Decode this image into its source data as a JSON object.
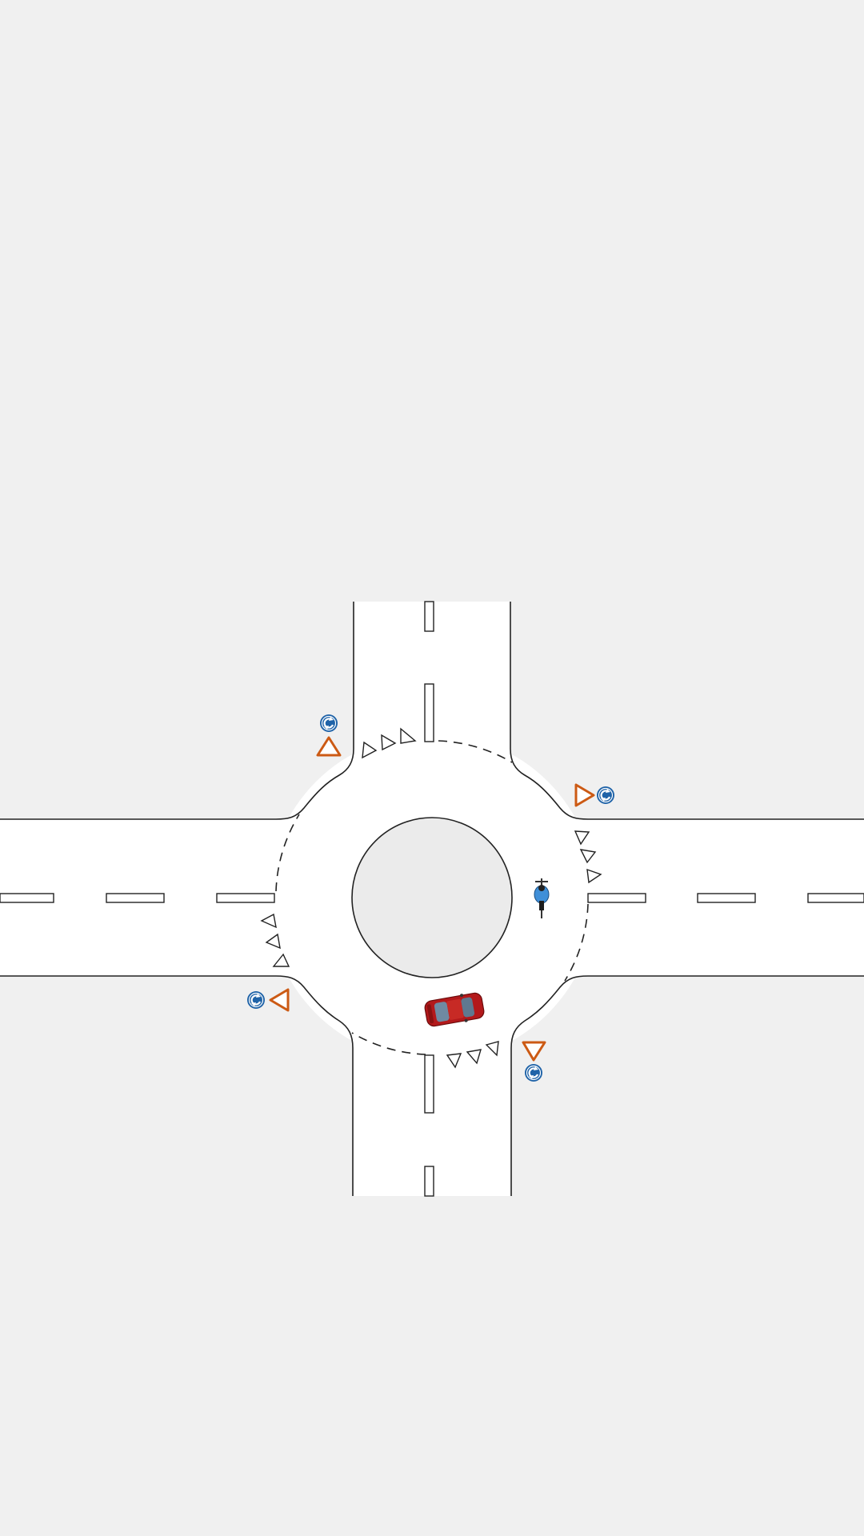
{
  "scene": {
    "type": "roundabout-intersection",
    "background_color": "#f0f0f0",
    "road_color": "#ffffff",
    "island_color": "#ebebeb",
    "line_color": "#222222",
    "yield_sign_color": "#cc5a14",
    "roundabout_sign_color": "#1f63a8",
    "car_color": "#b3191b",
    "rider_color": "#3f8fd8"
  },
  "legend": {},
  "signs": [
    {
      "name": "north-approach",
      "icons": [
        "yield-sign-icon",
        "roundabout-sign-icon"
      ]
    },
    {
      "name": "east-approach",
      "icons": [
        "yield-sign-icon",
        "roundabout-sign-icon"
      ]
    },
    {
      "name": "south-approach",
      "icons": [
        "yield-sign-icon",
        "roundabout-sign-icon"
      ]
    },
    {
      "name": "west-approach",
      "icons": [
        "yield-sign-icon",
        "roundabout-sign-icon"
      ]
    }
  ],
  "vehicles": [
    {
      "name": "red-car",
      "icon": "car-icon"
    },
    {
      "name": "cyclist",
      "icon": "bicycle-icon"
    }
  ]
}
